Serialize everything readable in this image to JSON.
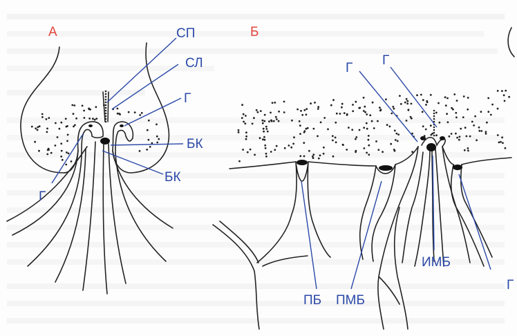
{
  "panels": {
    "a": {
      "letter": "А",
      "labels": {
        "sp": "СП",
        "sl": "СЛ",
        "g_right": "Г",
        "bk_upper": "БК",
        "bk_lower": "БК",
        "g_left": "Г"
      }
    },
    "b": {
      "letter": "Б",
      "labels": {
        "g_1": "Г",
        "g_2": "Г",
        "pb": "ПБ",
        "pmb": "ПМБ",
        "imb": "ИМБ",
        "g_edge": "Г"
      }
    }
  },
  "colors": {
    "label_blue": "#2b49a8",
    "panel_letter_red": "#e0453c",
    "ink": "#222222"
  }
}
